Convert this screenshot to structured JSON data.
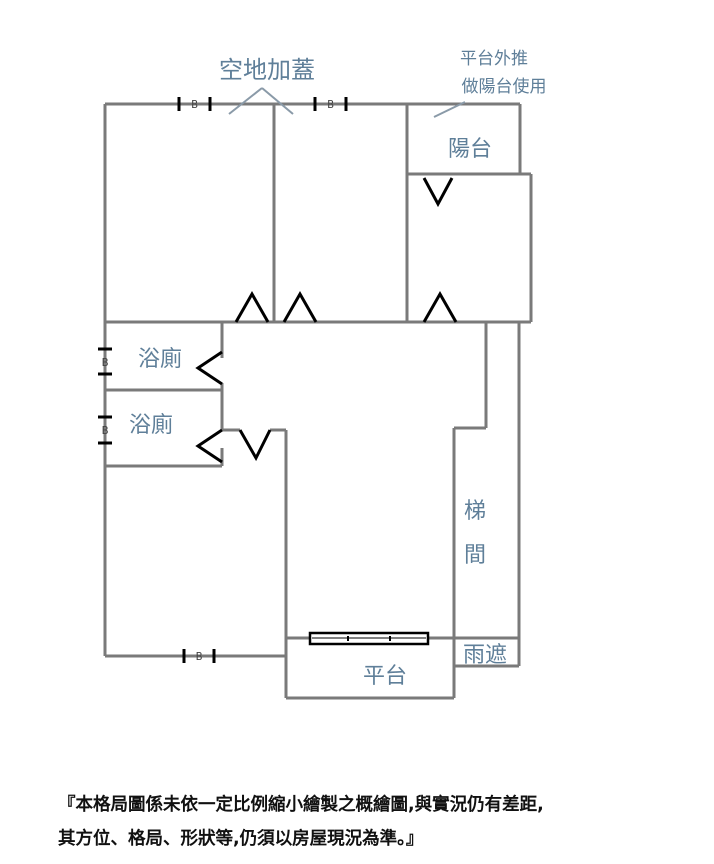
{
  "labels": {
    "addition": "空地加蓋",
    "platform_push_line1": "平台外推",
    "platform_push_line2": "做陽台使用",
    "balcony": "陽台",
    "bathroom_1": "浴廁",
    "bathroom_2": "浴廁",
    "stair_1": "梯",
    "stair_2": "間",
    "canopy": "雨遮",
    "platform": "平台"
  },
  "marks": {
    "b": "B"
  },
  "note": {
    "line1": "『本格局圖係未依一定比例縮小繪製之概繪圖,與實況仍有差距,",
    "line2": "其方位、格局、形狀等,仍須以房屋現況為準。』"
  },
  "colors": {
    "label": "#5f7f99",
    "wall": "#7a7a7a",
    "door": "#000000"
  }
}
